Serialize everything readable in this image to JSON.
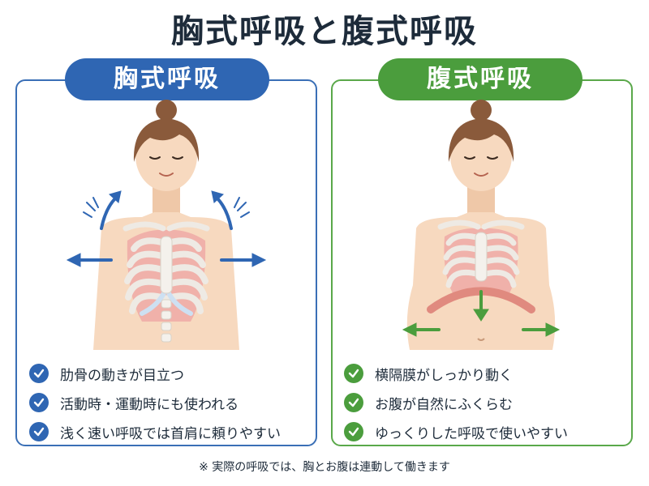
{
  "title": "胸式呼吸と腹式呼吸",
  "chest": {
    "label": "胸式呼吸",
    "accent": "#2f66b3",
    "points": [
      "肋骨の動きが目立つ",
      "活動時・運動時にも使われる",
      "浅く速い呼吸では首肩に頼りやすい"
    ]
  },
  "abdominal": {
    "label": "腹式呼吸",
    "accent": "#4b9d3d",
    "points": [
      "横隔膜がしっかり動く",
      "お腹が自然にふくらむ",
      "ゆっくりした呼吸で使いやすい"
    ]
  },
  "footnote": "※ 実際の呼吸では、胸とお腹は連動して働きます",
  "icons": [
    "check-icon",
    "arrow-up-icon",
    "arrow-left-icon",
    "arrow-right-icon",
    "arrow-down-icon"
  ],
  "colors": {
    "skin": "#f7d9bf",
    "hair": "#8a5a3b",
    "lungs": "#efa9a6",
    "ribs": "#eeeae4",
    "cartilage": "#cde0f2",
    "diaphragm": "#e08a7f"
  }
}
